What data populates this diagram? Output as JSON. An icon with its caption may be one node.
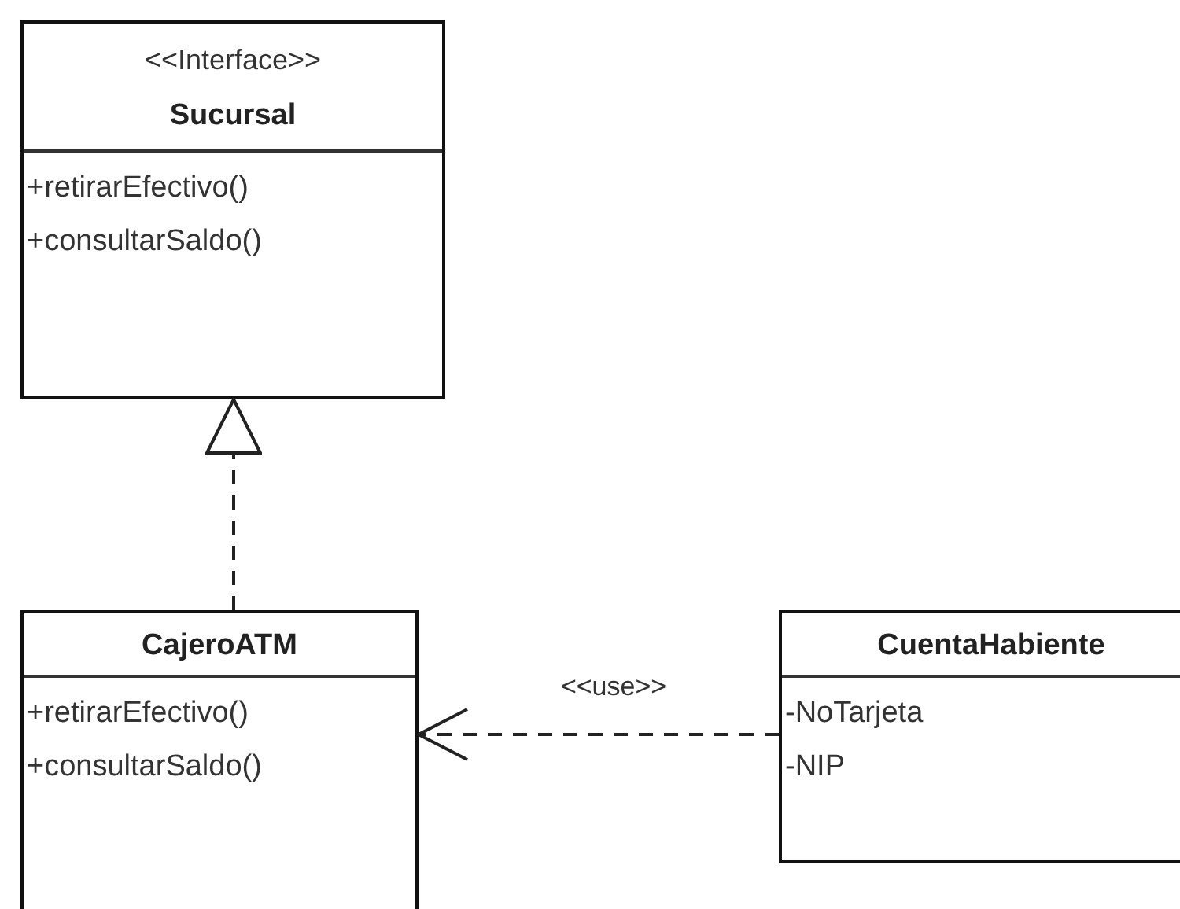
{
  "diagram": {
    "nodes": [
      {
        "text": [
          "<<Interface>>",
          "Sucursal",
          "+retirarEfectivo()",
          "+consultarSaldo()"
        ]
      },
      {
        "text": [
          "CajeroATM",
          "+retirarEfectivo()",
          "+consultarSaldo()"
        ]
      },
      {
        "text": [
          "CuentaHabiente",
          "-NoTarjeta",
          "-NIP"
        ]
      }
    ],
    "edges": [
      {
        "from": 1,
        "to": 0,
        "arrow": "to",
        "style": "dashed"
      },
      {
        "from": 2,
        "to": 1,
        "arrow": "to",
        "style": "dashed",
        "label": "<<use>>"
      }
    ]
  }
}
